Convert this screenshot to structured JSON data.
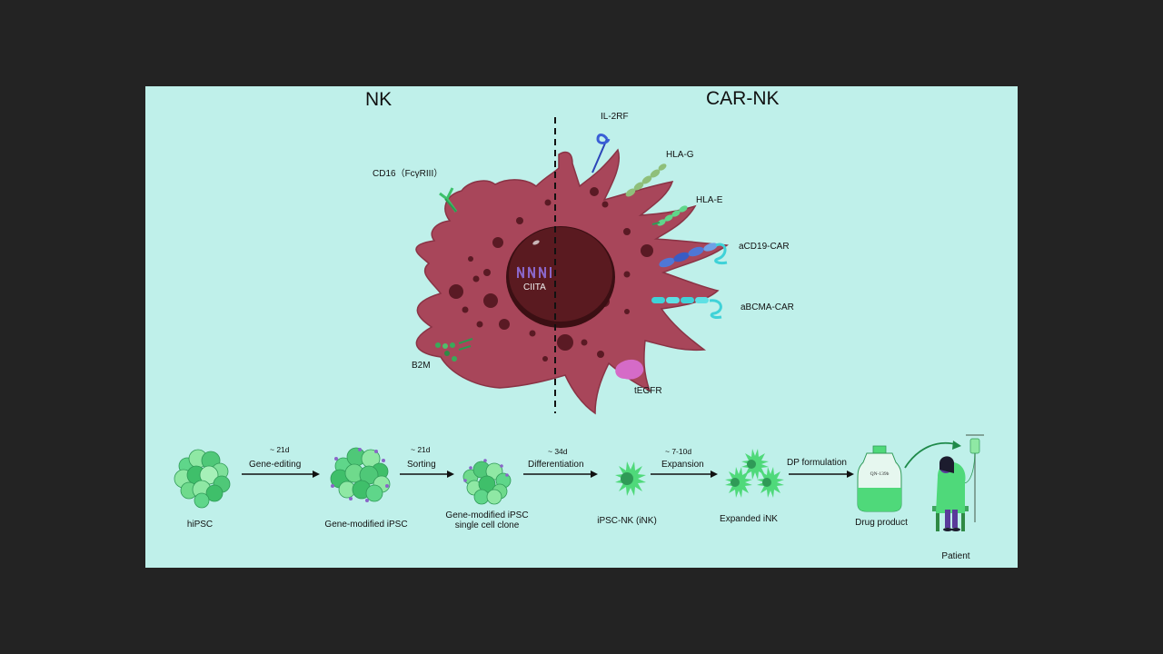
{
  "sections": {
    "left_title": "NK",
    "right_title": "CAR-NK"
  },
  "cell_labels": {
    "il2rf": "IL-2RF",
    "hlag": "HLA-G",
    "hlae": "HLA-E",
    "cd16": "CD16（FcγRIII）",
    "acd19": "aCD19-CAR",
    "abcma": "aBCMA-CAR",
    "ciita": "CIITA",
    "b2m": "B2M",
    "tegfr": "tEGFR"
  },
  "workflow": {
    "steps": [
      "hiPSC",
      "Gene-modified iPSC",
      "Gene-modified iPSC single cell clone",
      "iPSC-NK (iNK)",
      "Expanded iNK",
      "Drug product",
      "Patient"
    ],
    "transitions": [
      {
        "duration": "~ 21d",
        "label": "Gene-editing"
      },
      {
        "duration": "~ 21d",
        "label": "Sorting"
      },
      {
        "duration": "~ 34d",
        "label": "Differentiation"
      },
      {
        "duration": "~ 7-10d",
        "label": "Expansion"
      },
      {
        "duration": "",
        "label": "DP formulation"
      }
    ],
    "bottle_label": "QN-139b"
  },
  "colors": {
    "background": "#232323",
    "panel": "#bff0ea",
    "cell": "#a8465a",
    "nucleus": "#4a1418",
    "stem_green": "#4fd97a",
    "car_blue": "#4f77d6",
    "car_cyan": "#3fd2d8",
    "tegfr_pink": "#d56bc7"
  }
}
